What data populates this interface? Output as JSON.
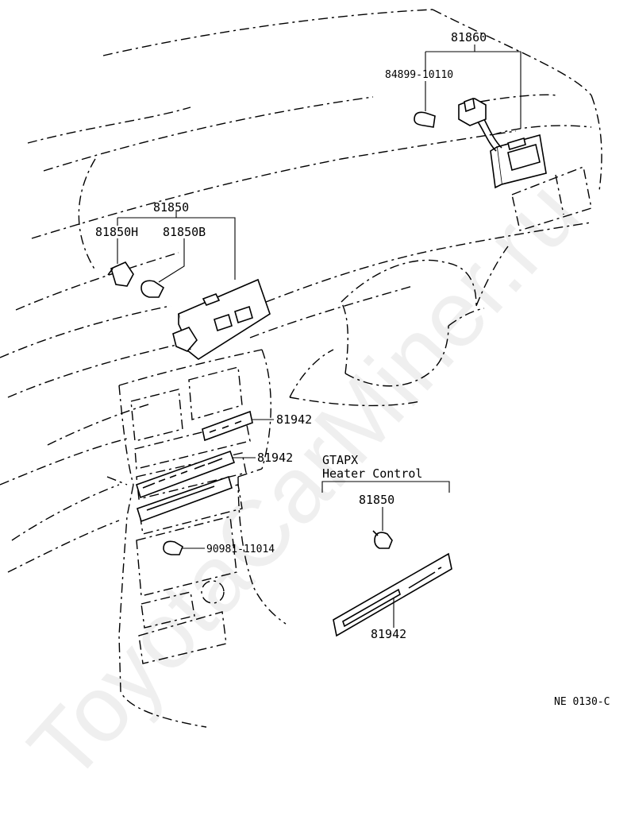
{
  "watermark": "ToyotaCarMiner.ru",
  "diagram_code": "NE 0130-C",
  "callouts": {
    "p81860": "81860",
    "p84899": "84899-10110",
    "p81850": "81850",
    "p81850h": "81850H",
    "p81850b": "81850B",
    "p81942a": "81942",
    "p81942b": "81942",
    "p90981": "90981-11014"
  },
  "inset": {
    "variant": "GTAPX",
    "title": "Heater Control",
    "part_bulb": "81850",
    "part_plate": "81942"
  }
}
